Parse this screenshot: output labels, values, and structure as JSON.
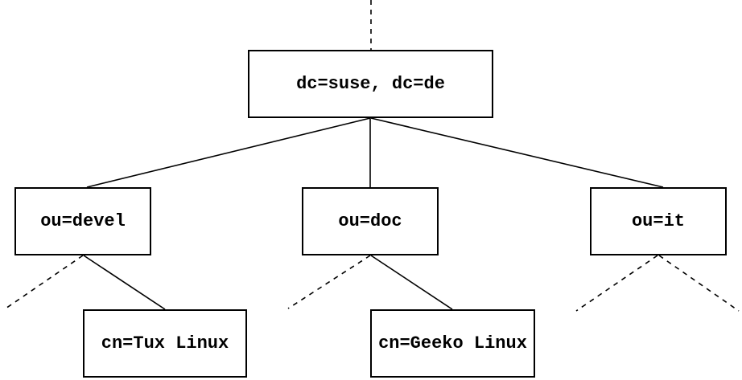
{
  "diagram": {
    "type": "tree",
    "nodes": {
      "root": {
        "label": "dc=suse, dc=de"
      },
      "devel": {
        "label": "ou=devel"
      },
      "doc": {
        "label": "ou=doc"
      },
      "it": {
        "label": "ou=it"
      },
      "tux": {
        "label": "cn=Tux Linux"
      },
      "geeko": {
        "label": "cn=Geeko Linux"
      }
    },
    "edges": [
      {
        "from": "offscreen-above",
        "to": "root",
        "style": "dashed"
      },
      {
        "from": "root",
        "to": "devel",
        "style": "solid"
      },
      {
        "from": "root",
        "to": "doc",
        "style": "solid"
      },
      {
        "from": "root",
        "to": "it",
        "style": "solid"
      },
      {
        "from": "devel",
        "to": "offscreen-below",
        "style": "dashed"
      },
      {
        "from": "devel",
        "to": "tux",
        "style": "solid"
      },
      {
        "from": "doc",
        "to": "offscreen-below",
        "style": "dashed"
      },
      {
        "from": "doc",
        "to": "geeko",
        "style": "solid"
      },
      {
        "from": "it",
        "to": "offscreen-below-left",
        "style": "dashed"
      },
      {
        "from": "it",
        "to": "offscreen-below-right",
        "style": "dashed"
      }
    ],
    "colors": {
      "background": "#ffffff",
      "line": "#000000",
      "box_border": "#000000",
      "text": "#000000"
    }
  }
}
